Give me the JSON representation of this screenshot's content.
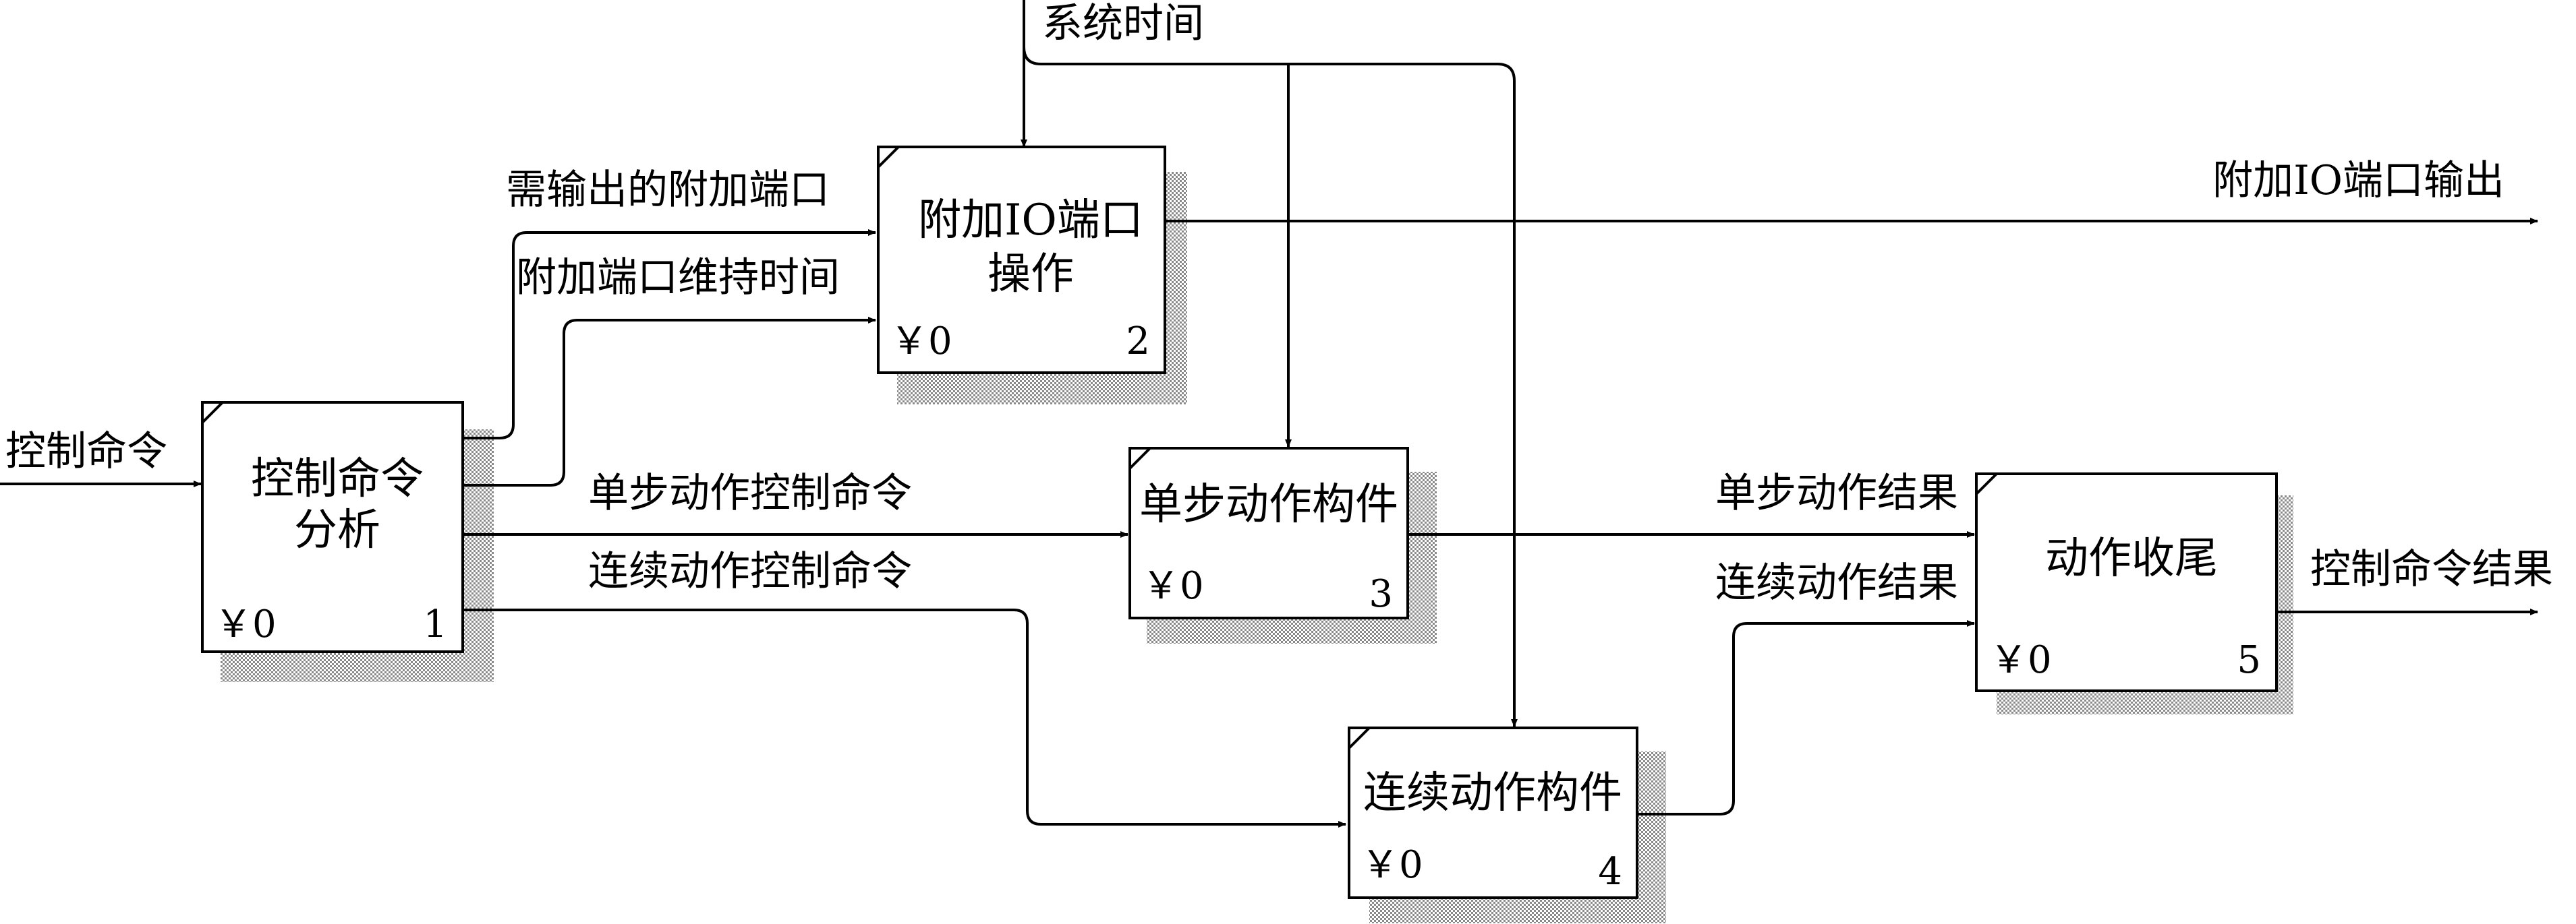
{
  "diagram": {
    "boxes": [
      {
        "id": "1",
        "title_lines": [
          "控制命令",
          "分析"
        ],
        "cost": "￥0",
        "number": "1"
      },
      {
        "id": "2",
        "title_lines": [
          "附加IO端口",
          "操作"
        ],
        "cost": "￥0",
        "number": "2"
      },
      {
        "id": "3",
        "title_lines": [
          "单步动作构件"
        ],
        "cost": "￥0",
        "number": "3"
      },
      {
        "id": "4",
        "title_lines": [
          "连续动作构件"
        ],
        "cost": "￥0",
        "number": "4"
      },
      {
        "id": "5",
        "title_lines": [
          "动作收尾"
        ],
        "cost": "￥0",
        "number": "5"
      }
    ],
    "arrows": {
      "control_cmd_in": "控制命令",
      "system_time": "系统时间",
      "ports_to_output": "需输出的附加端口",
      "port_hold_time": "附加端口维持时间",
      "single_step_cmd": "单步动作控制命令",
      "continuous_cmd": "连续动作控制命令",
      "io_port_output": "附加IO端口输出",
      "single_step_result": "单步动作结果",
      "continuous_result": "连续动作结果",
      "control_cmd_result": "控制命令结果"
    }
  }
}
